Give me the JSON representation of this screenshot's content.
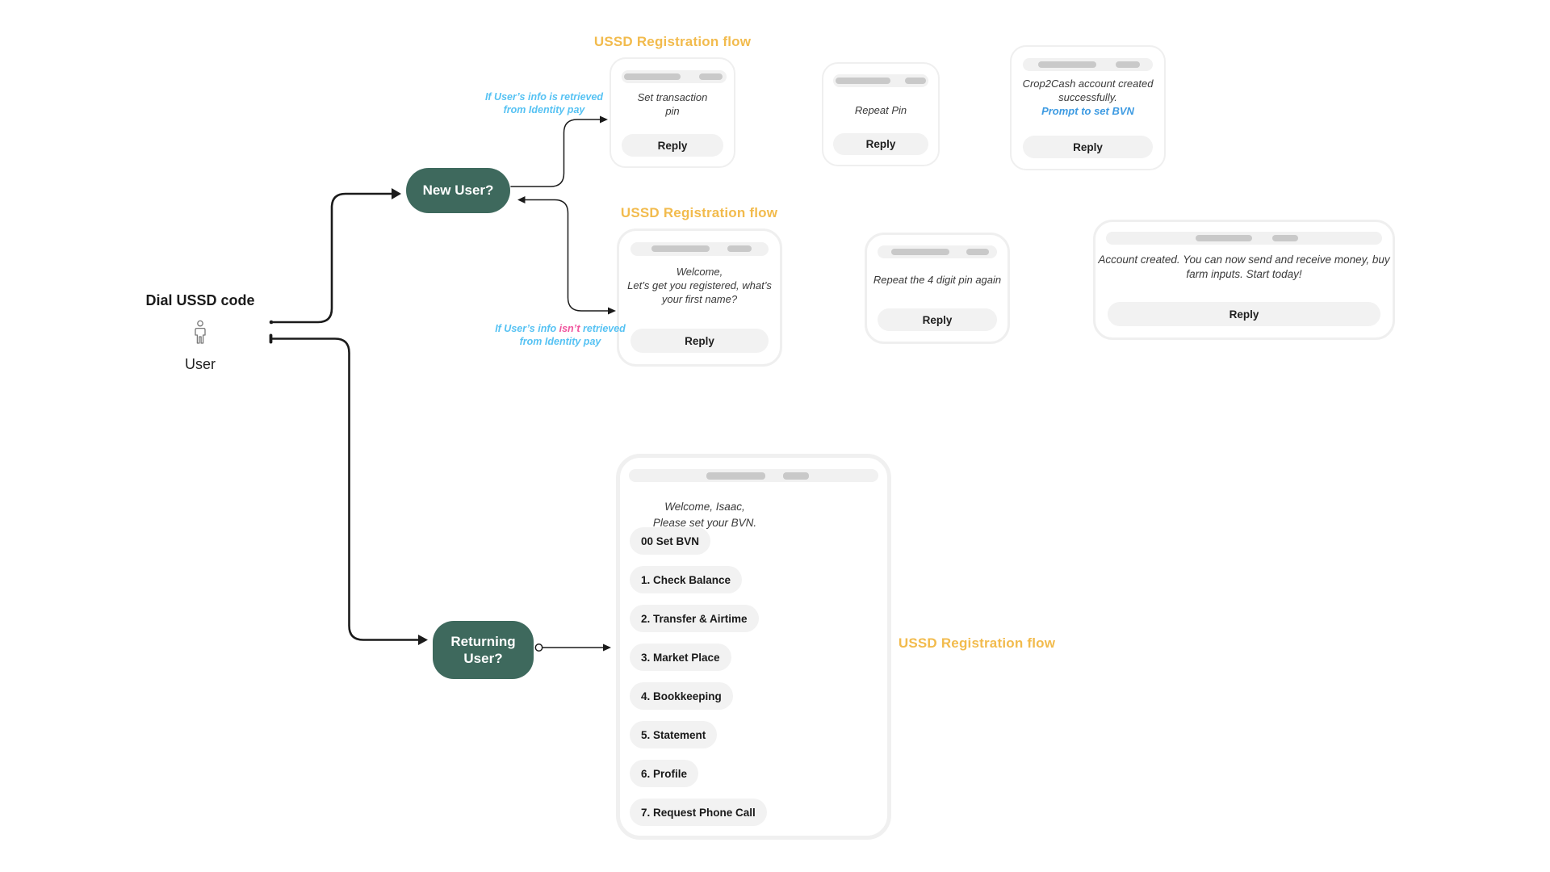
{
  "colors": {
    "node_teal": "#3E695D",
    "title_amber": "#F2BB4D",
    "annotation_blue": "#56C2F3",
    "annotation_pink": "#F0549D",
    "link_blue": "#3E9BE2",
    "chip_gray": "#F2F2F2",
    "wire_black": "#1b1b1b"
  },
  "titles": {
    "flow1": "USSD Registration flow",
    "flow2": "USSD Registration flow",
    "flow3": "USSD Registration flow"
  },
  "start": {
    "dial_label": "Dial USSD code",
    "user_label": "User"
  },
  "decisions": {
    "new_user": "New User?",
    "returning_user": "Returning User?"
  },
  "annotations": {
    "retrieved": {
      "line1": "If User’s info is retrieved",
      "line2": "from Identity pay"
    },
    "not_retrieved": {
      "prefix": "If User’s info ",
      "highlight": "isn’t",
      "suffix": " retrieved",
      "line2": "from Identity pay"
    }
  },
  "cards": {
    "set_pin": {
      "line1": "Set transaction",
      "line2": "pin",
      "button": "Reply"
    },
    "repeat_pin": {
      "text": "Repeat Pin",
      "button": "Reply"
    },
    "account_created_bvn": {
      "line1": "Crop2Cash account created",
      "line2": "successfully.",
      "link": "Prompt to set BVN",
      "button": "Reply"
    },
    "welcome_register": {
      "line1": "Welcome,",
      "line2": "Let’s get you registered, what’s",
      "line3": "your first name?",
      "button": "Reply"
    },
    "repeat_4digit": {
      "text": "Repeat the 4 digit pin again",
      "button": "Reply"
    },
    "account_created_full": {
      "line1": "Account created. You can now send and receive money, buy",
      "line2": "farm inputs. Start today!",
      "button": "Reply"
    },
    "main_menu": {
      "greeting_line1": "Welcome, Isaac,",
      "greeting_line2": "Please set your BVN.",
      "items": [
        "00 Set BVN",
        "1. Check Balance",
        "2. Transfer & Airtime",
        "3. Market Place",
        "4. Bookkeeping",
        "5. Statement",
        "6. Profile",
        "7. Request Phone Call"
      ]
    }
  }
}
